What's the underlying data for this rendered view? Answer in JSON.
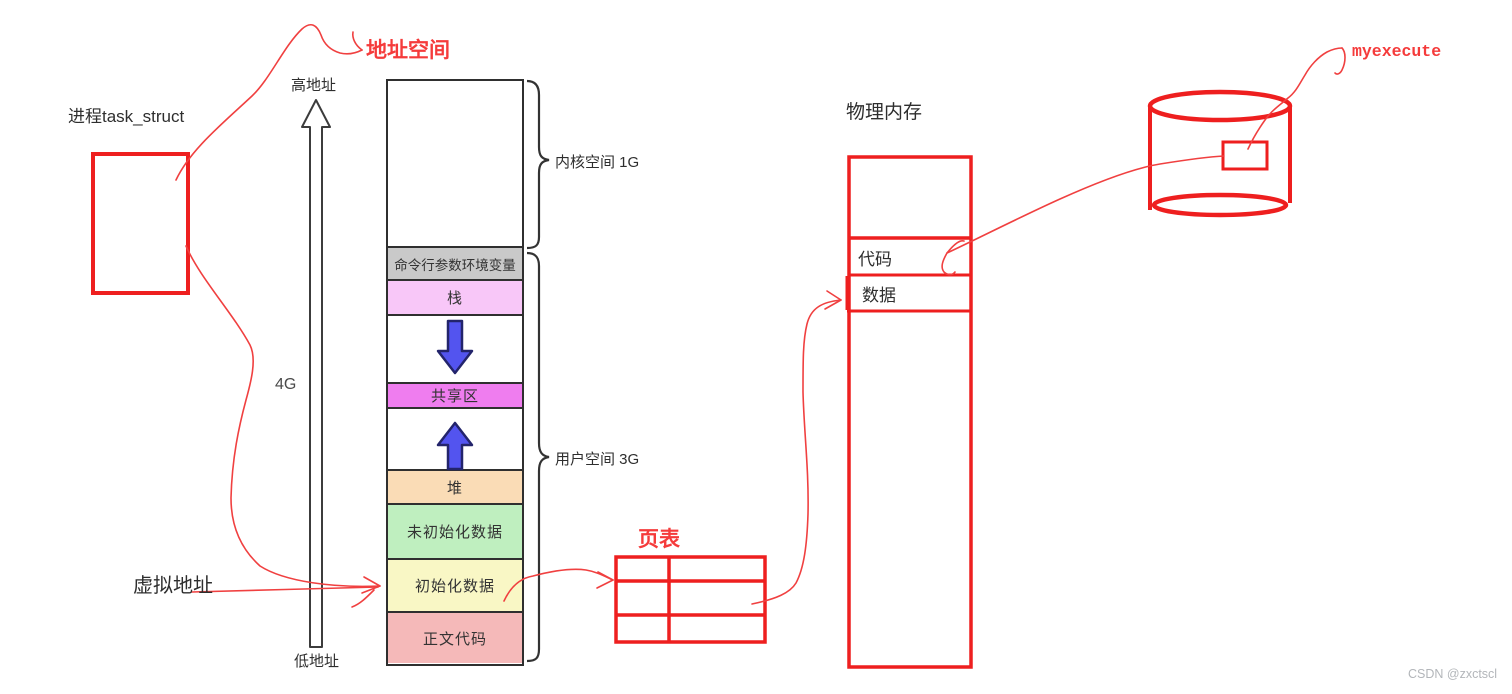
{
  "page": {
    "watermark": "CSDN @zxctscl",
    "background": "#ffffff"
  },
  "labels": {
    "process_struct": "进程task_struct",
    "address_space": "地址空间",
    "high_address": "高地址",
    "total_size": "4G",
    "low_address": "低地址",
    "kernel_space_brace": "内核空间 1G",
    "user_space_brace": "用户空间 3G",
    "virtual_address": "虚拟地址",
    "page_table": "页表",
    "physical_memory": "物理内存",
    "executable_name": "myexecute"
  },
  "address_space_column": {
    "segments": [
      {
        "name": "kernel-space",
        "label": "",
        "color": "#ffffff"
      },
      {
        "name": "cmdline-env",
        "label": "命令行参数环境变量",
        "color": "#c9c9c9"
      },
      {
        "name": "stack",
        "label": "栈",
        "color": "#f8c7f8"
      },
      {
        "name": "stack-grow-gap",
        "label": "",
        "color": "#ffffff",
        "arrow": "down"
      },
      {
        "name": "shared-area",
        "label": "共享区",
        "color": "#ef7def"
      },
      {
        "name": "heap-grow-gap",
        "label": "",
        "color": "#ffffff",
        "arrow": "up"
      },
      {
        "name": "heap",
        "label": "堆",
        "color": "#fadcb6"
      },
      {
        "name": "uninitialized-data",
        "label": "未初始化数据",
        "color": "#bfefbf"
      },
      {
        "name": "initialized-data",
        "label": "初始化数据",
        "color": "#f9f7c5"
      },
      {
        "name": "text-code",
        "label": "正文代码",
        "color": "#f5b9b9"
      }
    ]
  },
  "physical_memory": {
    "rows": [
      {
        "label": "代码"
      },
      {
        "label": "数据"
      }
    ]
  },
  "page_table": {
    "columns": 2,
    "rows": 3
  },
  "colors": {
    "annotation_red": "#ee1f1f",
    "hand_drawn_red": "#f04040",
    "arrow_blue": "#5354ef",
    "arrow_blue_border": "#23246b",
    "outline_black": "#2f2f2f"
  }
}
